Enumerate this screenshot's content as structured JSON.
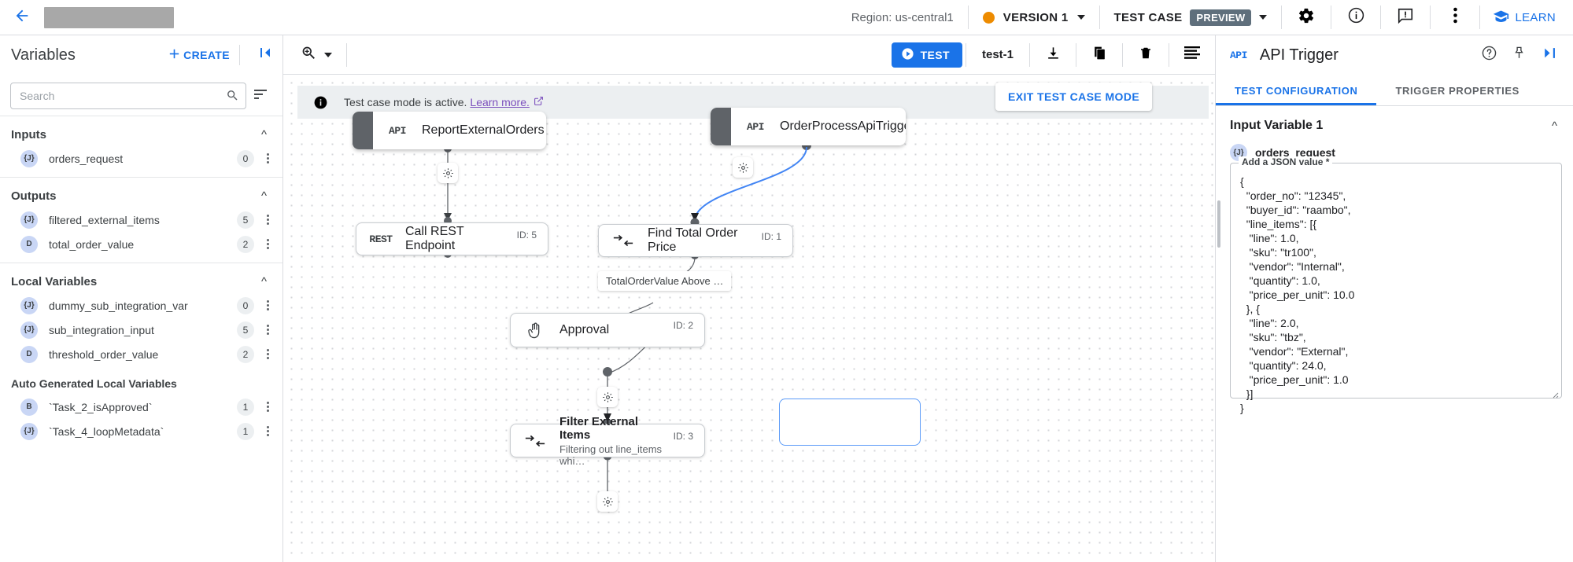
{
  "header": {
    "back_icon": "arrow-left-icon",
    "title_redacted": "",
    "region": "Region: us-central1",
    "version_label": "VERSION 1",
    "version_color": "#ed8b00",
    "testcase_label": "TEST CASE",
    "preview_badge": "PREVIEW",
    "icons": [
      "gear-icon",
      "info-icon",
      "feedback-icon",
      "more-vert-icon"
    ],
    "learn_label": "LEARN",
    "accent_color": "#1a73e8"
  },
  "sidebar": {
    "title": "Variables",
    "create_label": "CREATE",
    "collapse_icon": "collapse-left-icon",
    "search": {
      "placeholder": "Search",
      "value": ""
    },
    "sections": [
      {
        "title": "Inputs",
        "items": [
          {
            "type": "{J}",
            "label": "orders_request",
            "count": "0"
          }
        ]
      },
      {
        "title": "Outputs",
        "items": [
          {
            "type": "{J}",
            "label": "filtered_external_items",
            "count": "5"
          },
          {
            "type": "D",
            "label": "total_order_value",
            "count": "2"
          }
        ]
      },
      {
        "title": "Local Variables",
        "items": [
          {
            "type": "{J}",
            "label": "dummy_sub_integration_var",
            "count": "0"
          },
          {
            "type": "{J}",
            "label": "sub_integration_input",
            "count": "5"
          },
          {
            "type": "D",
            "label": "threshold_order_value",
            "count": "2"
          }
        ]
      }
    ],
    "auto_section": {
      "title": "Auto Generated Local Variables",
      "items": [
        {
          "type": "B",
          "label": "`Task_2_isApproved`",
          "count": "1"
        },
        {
          "type": "{J}",
          "label": "`Task_4_loopMetadata`",
          "count": "1"
        }
      ]
    }
  },
  "toolbar": {
    "zoom_icon": "zoom-in-icon",
    "test_label": "TEST",
    "test_name": "test-1",
    "icons": [
      "download-icon",
      "copy-icon",
      "delete-icon",
      "list-icon"
    ]
  },
  "canvas": {
    "banner": {
      "icon": "info-icon",
      "text": "Test case mode is active.",
      "link": "Learn more.",
      "link_color": "#7b4fbd"
    },
    "exit_button": "EXIT TEST CASE MODE",
    "nodes": [
      {
        "id": "n-report",
        "kind": "trigger",
        "badge": "API",
        "title": "ReportExternalOrders",
        "subtitle": "",
        "node_id": ""
      },
      {
        "id": "n-orderproc",
        "kind": "trigger",
        "badge": "API",
        "title": "OrderProcessApiTrigger",
        "subtitle": "",
        "node_id": ""
      },
      {
        "id": "n-rest",
        "kind": "task",
        "badge": "REST",
        "title": "Call REST Endpoint",
        "subtitle": "",
        "node_id": "ID: 5"
      },
      {
        "id": "n-findprice",
        "kind": "task",
        "badge": "mapping-icon",
        "title": "Find Total Order Price",
        "subtitle": "",
        "node_id": "ID: 1"
      },
      {
        "id": "n-approval",
        "kind": "task",
        "badge": "hand-icon",
        "title": "Approval",
        "subtitle": "",
        "node_id": "ID: 2"
      },
      {
        "id": "n-filter",
        "kind": "task",
        "badge": "mapping-icon",
        "title": "Filter External Items",
        "subtitle": "Filtering out line_items whi…",
        "node_id": "ID: 3"
      }
    ],
    "edge_label": "TotalOrderValue Above …"
  },
  "right_panel": {
    "badge": "API",
    "title": "API Trigger",
    "icons": [
      "help-icon",
      "pin-icon",
      "collapse-right-icon"
    ],
    "tabs": [
      {
        "label": "TEST CONFIGURATION",
        "active": true
      },
      {
        "label": "TRIGGER PROPERTIES",
        "active": false
      }
    ],
    "input_variable_title": "Input Variable 1",
    "variable": {
      "type": "{J}",
      "name": "orders_request"
    },
    "json_label": "Add a JSON value *",
    "json_value": "{\n  \"order_no\": \"12345\",\n  \"buyer_id\": \"raambo\",\n  \"line_items\": [{\n   \"line\": 1.0,\n   \"sku\": \"tr100\",\n   \"vendor\": \"Internal\",\n   \"quantity\": 1.0,\n   \"price_per_unit\": 10.0\n  }, {\n   \"line\": 2.0,\n   \"sku\": \"tbz\",\n   \"vendor\": \"External\",\n   \"quantity\": 24.0,\n   \"price_per_unit\": 1.0\n  }]\n}"
  }
}
